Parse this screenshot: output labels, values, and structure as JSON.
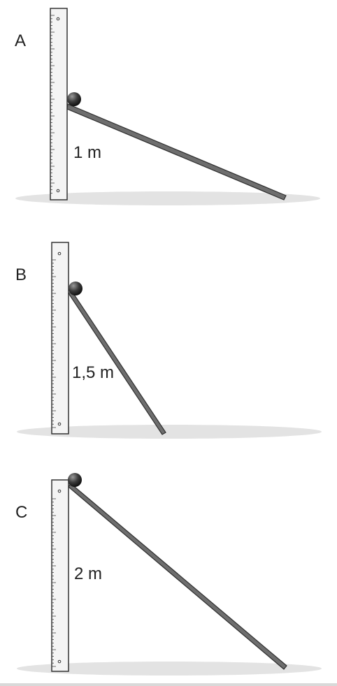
{
  "panels": [
    {
      "letter": "A",
      "height_label": "1 m"
    },
    {
      "letter": "B",
      "height_label": "1,5 m"
    },
    {
      "letter": "C",
      "height_label": "2 m"
    }
  ],
  "colors": {
    "ground_shadow": "#e3e3e3",
    "ruler_fill": "#f4f4f4",
    "ruler_stroke": "#333333",
    "ramp_fill": "#6e6e6e",
    "ramp_stroke": "#2e2e2e",
    "ball": "#3a3a3a",
    "text": "#222222"
  }
}
